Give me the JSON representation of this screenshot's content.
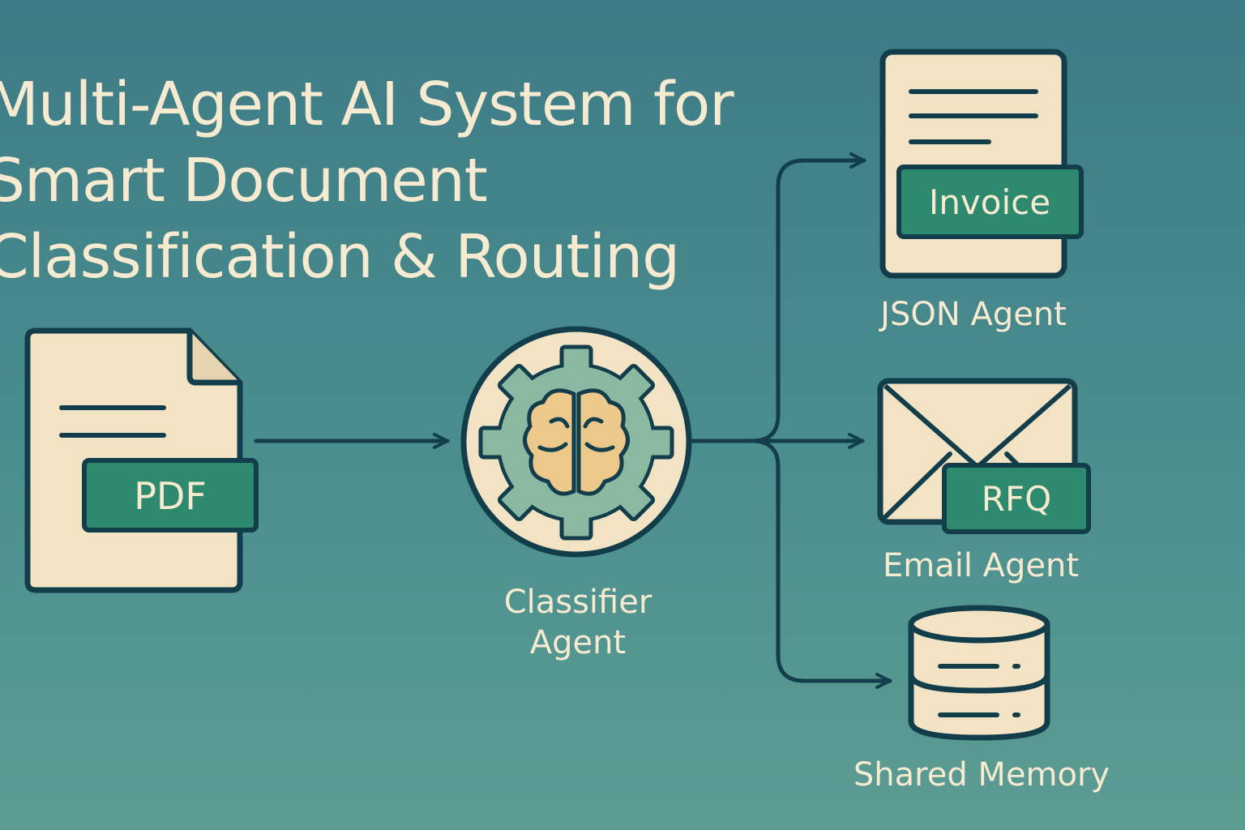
{
  "title": {
    "line1": "Multi-Agent AI System for",
    "line2": "Smart Document",
    "line3": "Classification & Routing"
  },
  "nodes": {
    "input_document": {
      "badge": "PDF",
      "icon": "document-icon"
    },
    "classifier": {
      "label_line1": "Classifier",
      "label_line2": "Agent",
      "icon": "brain-gear-icon"
    },
    "json_agent": {
      "badge": "Invoice",
      "label": "JSON Agent",
      "icon": "document-icon"
    },
    "email_agent": {
      "badge": "RFQ",
      "label": "Email Agent",
      "icon": "envelope-icon"
    },
    "shared_memory": {
      "label": "Shared Memory",
      "icon": "database-icon"
    }
  },
  "colors": {
    "background_top": "#3d7b86",
    "background_bottom": "#5c9c92",
    "outline": "#123d4a",
    "paper": "#f3e3c5",
    "badge": "#2e8a6e",
    "text": "#f6ead0",
    "gear": "#8bb8a0",
    "brain": "#ecc98a"
  }
}
